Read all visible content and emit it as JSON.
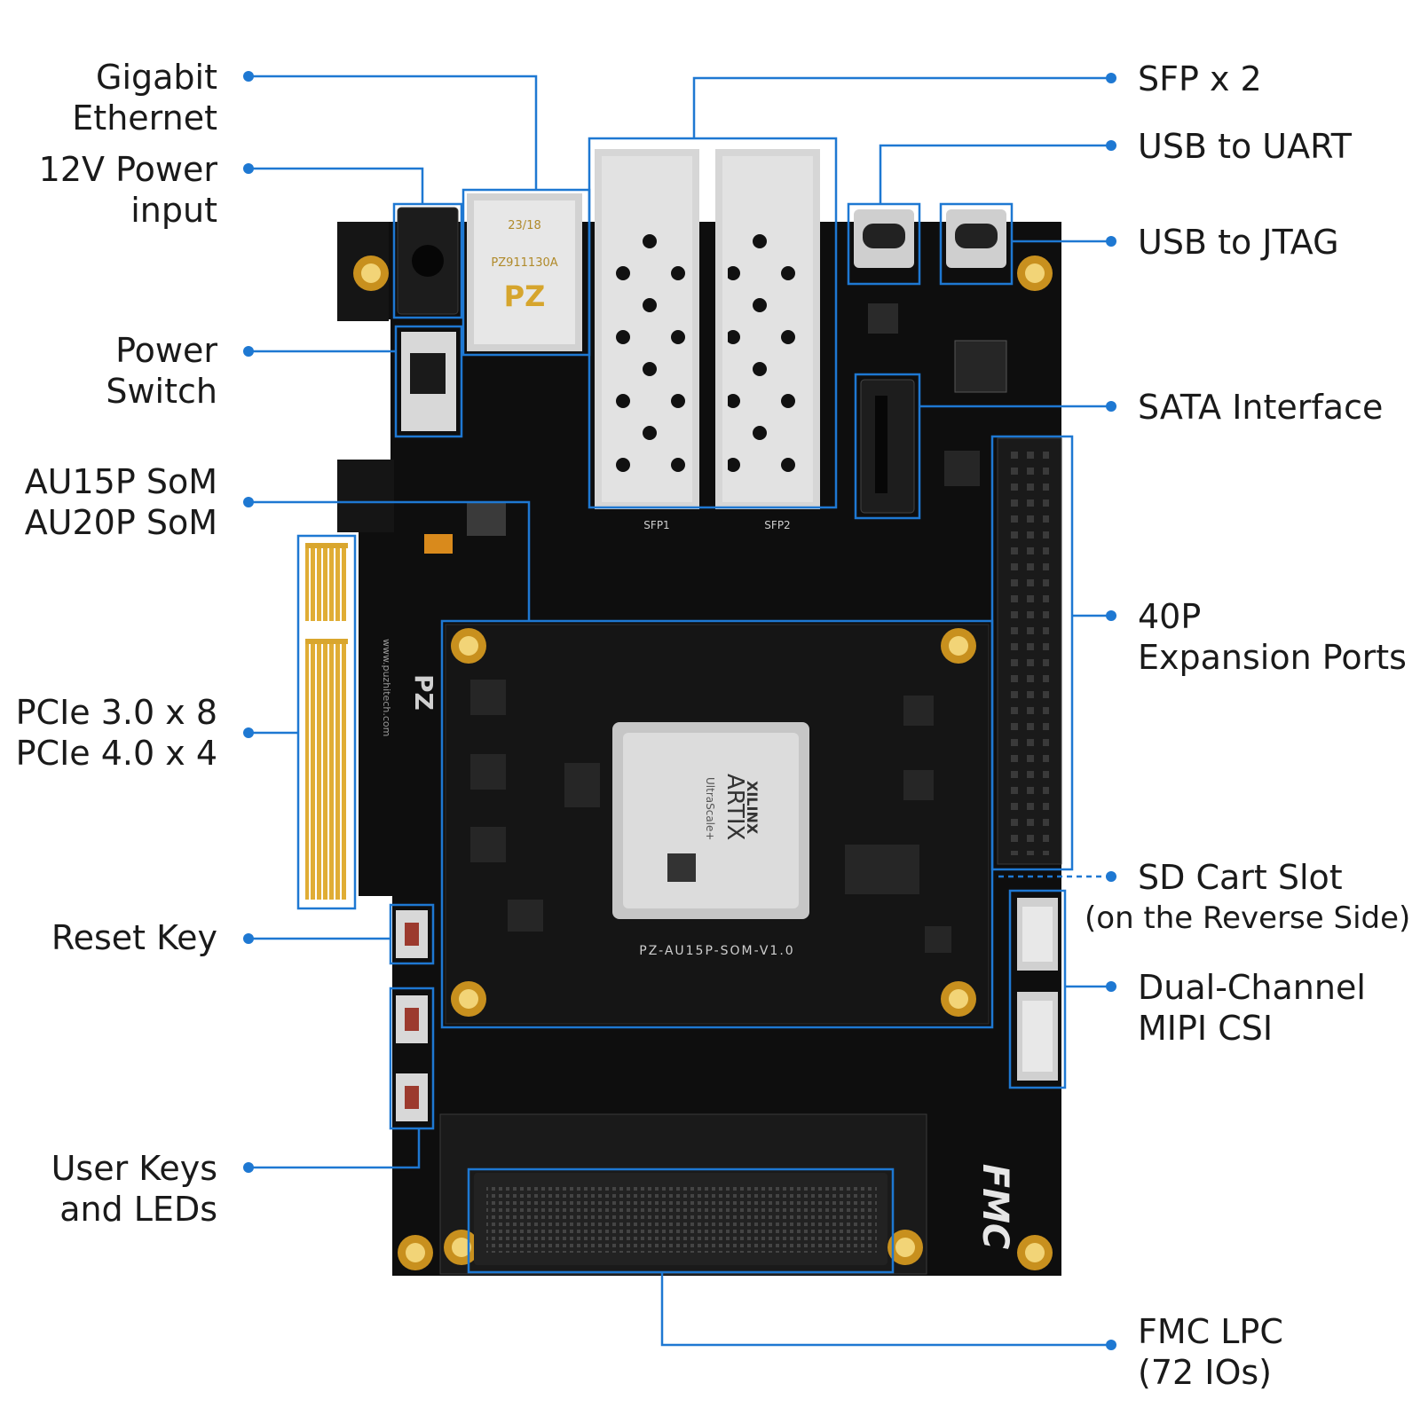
{
  "colors": {
    "callout": "#1e78d2",
    "board": "#111111",
    "gold": "#d9a62e",
    "silver": "#d8d8d8",
    "text": "#1a1a1a"
  },
  "labels": {
    "gigabit_ethernet": [
      "Gigabit",
      "Ethernet"
    ],
    "power_input": [
      "12V Power",
      "input"
    ],
    "power_switch": [
      "Power",
      "Switch"
    ],
    "som": [
      "AU15P SoM",
      "AU20P SoM"
    ],
    "pcie": [
      "PCIe 3.0 x 8",
      "PCIe 4.0 x 4"
    ],
    "reset_key": [
      "Reset Key"
    ],
    "user_keys": [
      "User Keys",
      "and LEDs"
    ],
    "sfp": [
      "SFP x 2"
    ],
    "usb_uart": [
      "USB to UART"
    ],
    "usb_jtag": [
      "USB to JTAG"
    ],
    "sata": [
      "SATA Interface"
    ],
    "expansion": [
      "40P",
      "Expansion Ports"
    ],
    "sd_slot": [
      "SD Cart Slot",
      "(on the Reverse Side)"
    ],
    "mipi": [
      "Dual-Channel",
      "MIPI CSI"
    ],
    "fmc": [
      "FMC LPC",
      "(72 IOs)"
    ]
  },
  "board_print": {
    "som_model": "PZ-AU15P-SOM-V1.0",
    "fpga_brand": "XILINX",
    "fpga_family": "ARTIX",
    "fpga_sub": "UltraScale+",
    "fmc_logo": "FMC",
    "pz_logo": "PZ",
    "website": "www.puzhitech.com",
    "rj45_part": "PZ911130A",
    "rj45_date": "23/18",
    "sfp1": "SFP1",
    "sfp2": "SFP2"
  }
}
